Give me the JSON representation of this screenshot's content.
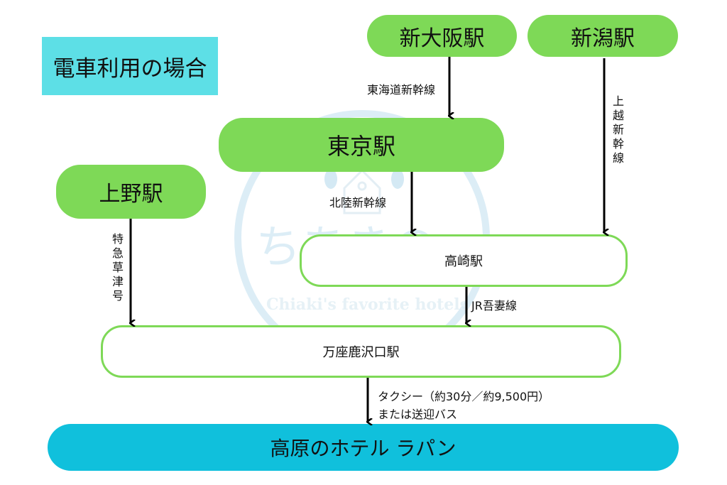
{
  "title": "電車利用の場合",
  "watermark": {
    "logo_text": "ちあきの",
    "tagline": "Chiaki's favorite hotels"
  },
  "stations": {
    "shin_osaka": "新大阪駅",
    "niigata": "新潟駅",
    "tokyo": "東京駅",
    "ueno": "上野駅",
    "takasaki": "高崎駅",
    "manza_kazawaguchi": "万座鹿沢口駅"
  },
  "routes": {
    "tokaido": "東海道新幹線",
    "joetsu": "上越新幹線",
    "hokuriku": "北陸新幹線",
    "kusatsu": "特急草津号",
    "agatsuma": "JR吾妻線",
    "final_line1": "タクシー（約30分／約9,500円）",
    "final_line2": "または送迎バス"
  },
  "destination": "高原のホテル ラパン",
  "colors": {
    "station_green": "#7ed957",
    "title_cyan": "#5ddfe6",
    "destination_cyan": "#10c0dc",
    "watermark_blue": "#d6ecf5"
  }
}
